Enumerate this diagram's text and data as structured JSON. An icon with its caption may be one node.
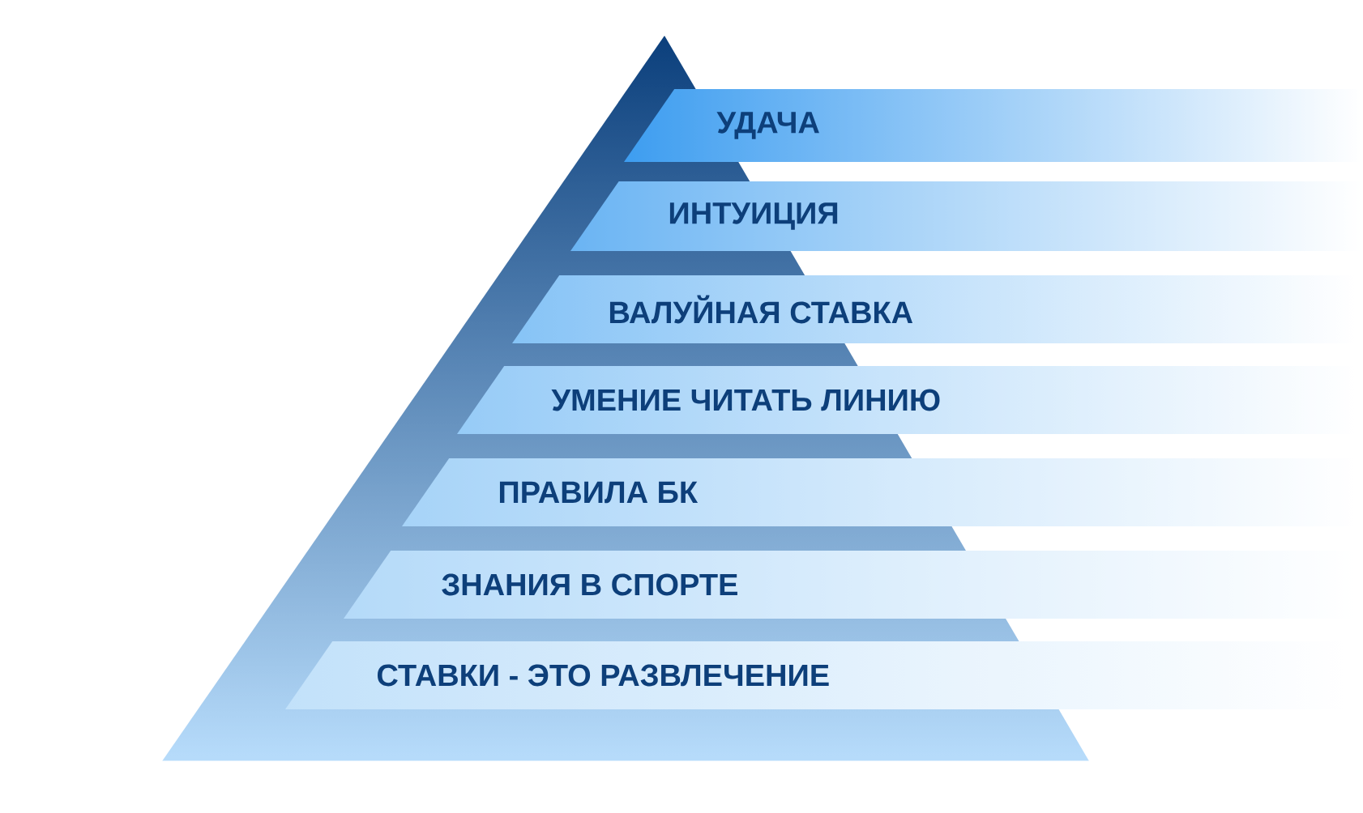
{
  "diagram": {
    "nodes": [
      {
        "text": [
          "УДАЧА"
        ]
      },
      {
        "text": [
          "ИНТУИЦИЯ"
        ]
      },
      {
        "text": [
          "ВАЛУЙНАЯ СТАВКА"
        ]
      },
      {
        "text": [
          "УМЕНИЕ ЧИТАТЬ ЛИНИЮ"
        ]
      },
      {
        "text": [
          "ПРАВИЛА БК"
        ]
      },
      {
        "text": [
          "ЗНАНИЯ В СПОРТЕ"
        ]
      },
      {
        "text": [
          "СТАВКИ - ЭТО РАЗВЛЕЧЕНИЕ"
        ]
      }
    ]
  }
}
